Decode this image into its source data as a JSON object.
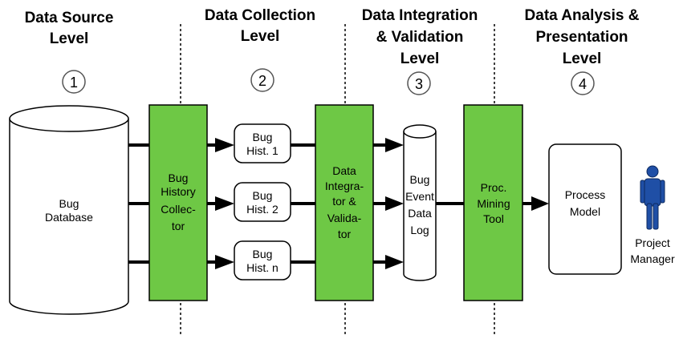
{
  "levels": [
    {
      "num": "1",
      "title_lines": [
        "Data Source",
        "Level"
      ]
    },
    {
      "num": "2",
      "title_lines": [
        "Data Collection",
        "Level"
      ]
    },
    {
      "num": "3",
      "title_lines": [
        "Data Integration",
        "& Validation",
        "Level"
      ]
    },
    {
      "num": "4",
      "title_lines": [
        "Data Analysis &",
        "Presentation",
        "Level"
      ]
    }
  ],
  "database": {
    "lines": [
      "Bug",
      "Database"
    ]
  },
  "collector": {
    "lines": [
      "Bug",
      "History",
      "Collec-",
      "tor"
    ]
  },
  "histories": [
    {
      "lines": [
        "Bug",
        "Hist. 1"
      ]
    },
    {
      "lines": [
        "Bug",
        "Hist. 2"
      ]
    },
    {
      "lines": [
        "Bug",
        "Hist. n"
      ]
    }
  ],
  "integrator": {
    "lines": [
      "Data",
      "Integra-",
      "tor &",
      "Valida-",
      "tor"
    ]
  },
  "event_log": {
    "lines": [
      "Bug",
      "Event",
      "Data",
      "Log"
    ]
  },
  "mining_tool": {
    "lines": [
      "Proc.",
      "Mining",
      "Tool"
    ]
  },
  "process_model": {
    "lines": [
      "Process",
      "Model"
    ]
  },
  "actor": {
    "lines": [
      "Project",
      "Manager"
    ],
    "icon": "person-icon",
    "color": "#1f4fa6"
  },
  "colors": {
    "green": "#6ec845",
    "actor_blue": "#1f4fa6"
  }
}
